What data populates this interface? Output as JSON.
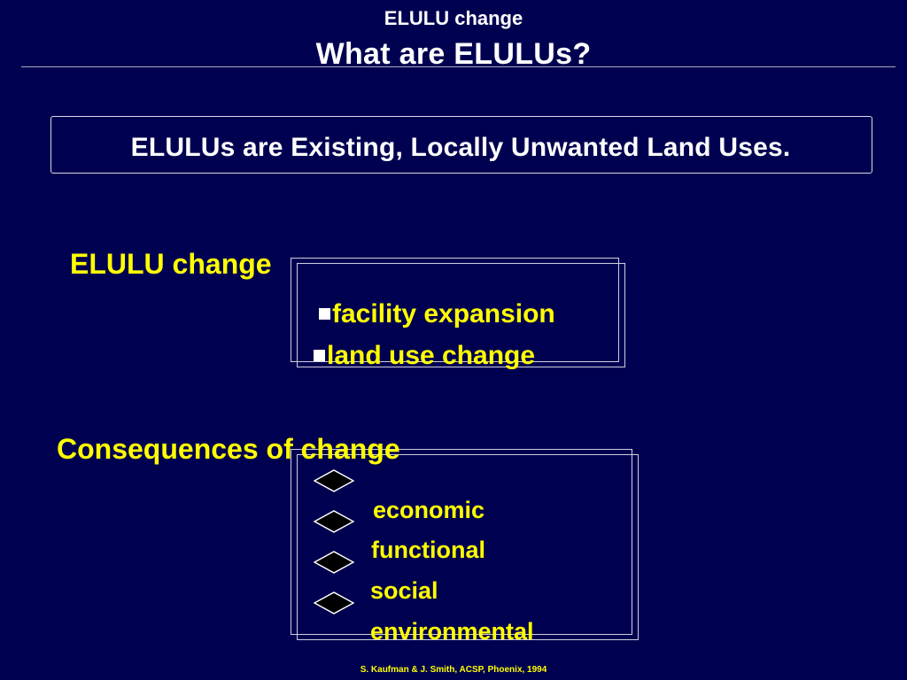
{
  "header": {
    "subtitle": "ELULU change",
    "title": "What are ELULUs?"
  },
  "definition": {
    "text": "ELULUs are Existing, Locally Unwanted Land Uses."
  },
  "change": {
    "heading": "ELULU change",
    "items": [
      "facility expansion",
      "land use change"
    ]
  },
  "consequences": {
    "heading": "Consequences of change",
    "items": [
      "economic",
      "functional",
      "social",
      "environmental"
    ]
  },
  "footer": {
    "credit": "S. Kaufman & J. Smith, ACSP, Phoenix, 1994"
  },
  "colors": {
    "background": "#000050",
    "accent": "#ffff00",
    "text": "#ffffff"
  }
}
